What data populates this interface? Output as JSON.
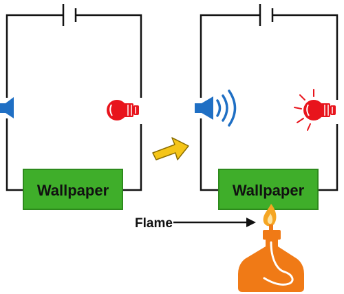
{
  "left_circuit": {
    "wallpaper_label": "Wallpaper",
    "speaker_color": "#1f6fc4",
    "bulb_color": "#e8141c",
    "state": "off"
  },
  "right_circuit": {
    "wallpaper_label": "Wallpaper",
    "speaker_color": "#1f6fc4",
    "bulb_color": "#e8141c",
    "state": "on"
  },
  "flame_label": "Flame",
  "colors": {
    "wire": "#111111",
    "wallpaper_fill": "#3fae2a",
    "wallpaper_stroke": "#2d8a1c",
    "arrow_fill": "#f5c518",
    "burner_fill": "#f07a16",
    "flame_fill": "#f5a623"
  },
  "icons": [
    "battery-icon",
    "speaker-icon",
    "bulb-icon",
    "transition-arrow-icon",
    "alcohol-burner-icon",
    "flame-icon"
  ]
}
